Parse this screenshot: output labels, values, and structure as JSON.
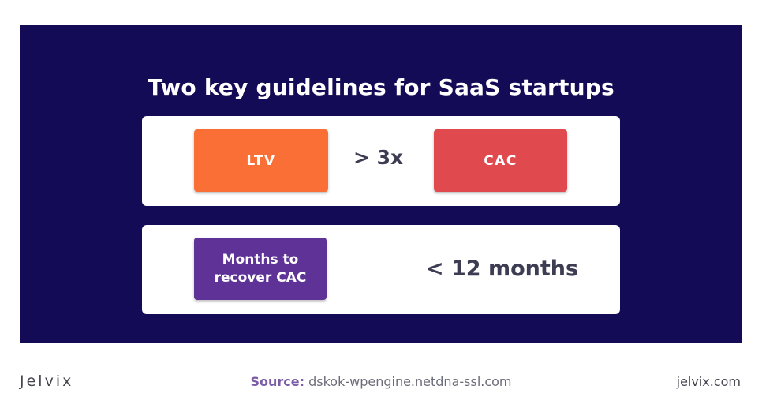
{
  "title": "Two key guidelines for SaaS startups",
  "row1": {
    "left_label": "LTV",
    "relation": "> 3x",
    "right_label": "CAC"
  },
  "row2": {
    "left_label_line1": "Months to",
    "left_label_line2": "recover CAC",
    "relation": "< 12 months"
  },
  "footer": {
    "logo": "Jelvix",
    "source_label": "Source:",
    "source_value": "dskok-wpengine.netdna-ssl.com",
    "site": "jelvix.com"
  },
  "colors": {
    "panel": "#130b55",
    "ltv": "#f96f36",
    "cac": "#e04a4e",
    "months": "#5e3296"
  }
}
